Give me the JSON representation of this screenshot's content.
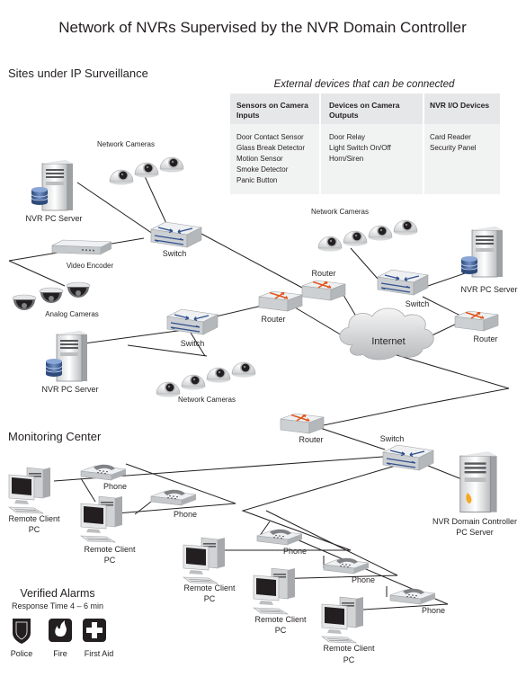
{
  "title": "Network of NVRs Supervised by the NVR Domain Controller",
  "sections": {
    "sites": "Sites under IP Surveillance",
    "monitoring": "Monitoring Center"
  },
  "external_devices": {
    "heading": "External devices that can be connected",
    "columns": [
      {
        "header_line1": "Sensors on Camera",
        "header_line2": "Inputs",
        "items": [
          "Door Contact Sensor",
          "Glass Break Detector",
          "Motion Sensor",
          "Smoke Detector",
          "Panic Button"
        ]
      },
      {
        "header_line1": "Devices on Camera",
        "header_line2": "Outputs",
        "items": [
          "Door Relay",
          "Light Switch On/Off",
          "Horn/Siren"
        ]
      },
      {
        "header_line1": "NVR I/O Devices",
        "header_line2": "",
        "items": [
          "Card Reader",
          "Security Panel"
        ]
      }
    ]
  },
  "labels": {
    "network_cameras": "Network Cameras",
    "nvr_pc_server": "NVR PC Server",
    "switch": "Switch",
    "router": "Router",
    "video_encoder": "Video Encoder",
    "analog_cameras": "Analog Cameras",
    "internet": "Internet",
    "phone": "Phone",
    "remote_client_line1": "Remote Client",
    "remote_client_line2": "PC",
    "domain_controller_line1": "NVR Domain Controller",
    "domain_controller_line2": "PC Server"
  },
  "alarms": {
    "title": "Verified Alarms",
    "subtitle": "Response Time 4 – 6 min",
    "services": [
      "Police",
      "Fire",
      "First Aid"
    ]
  }
}
